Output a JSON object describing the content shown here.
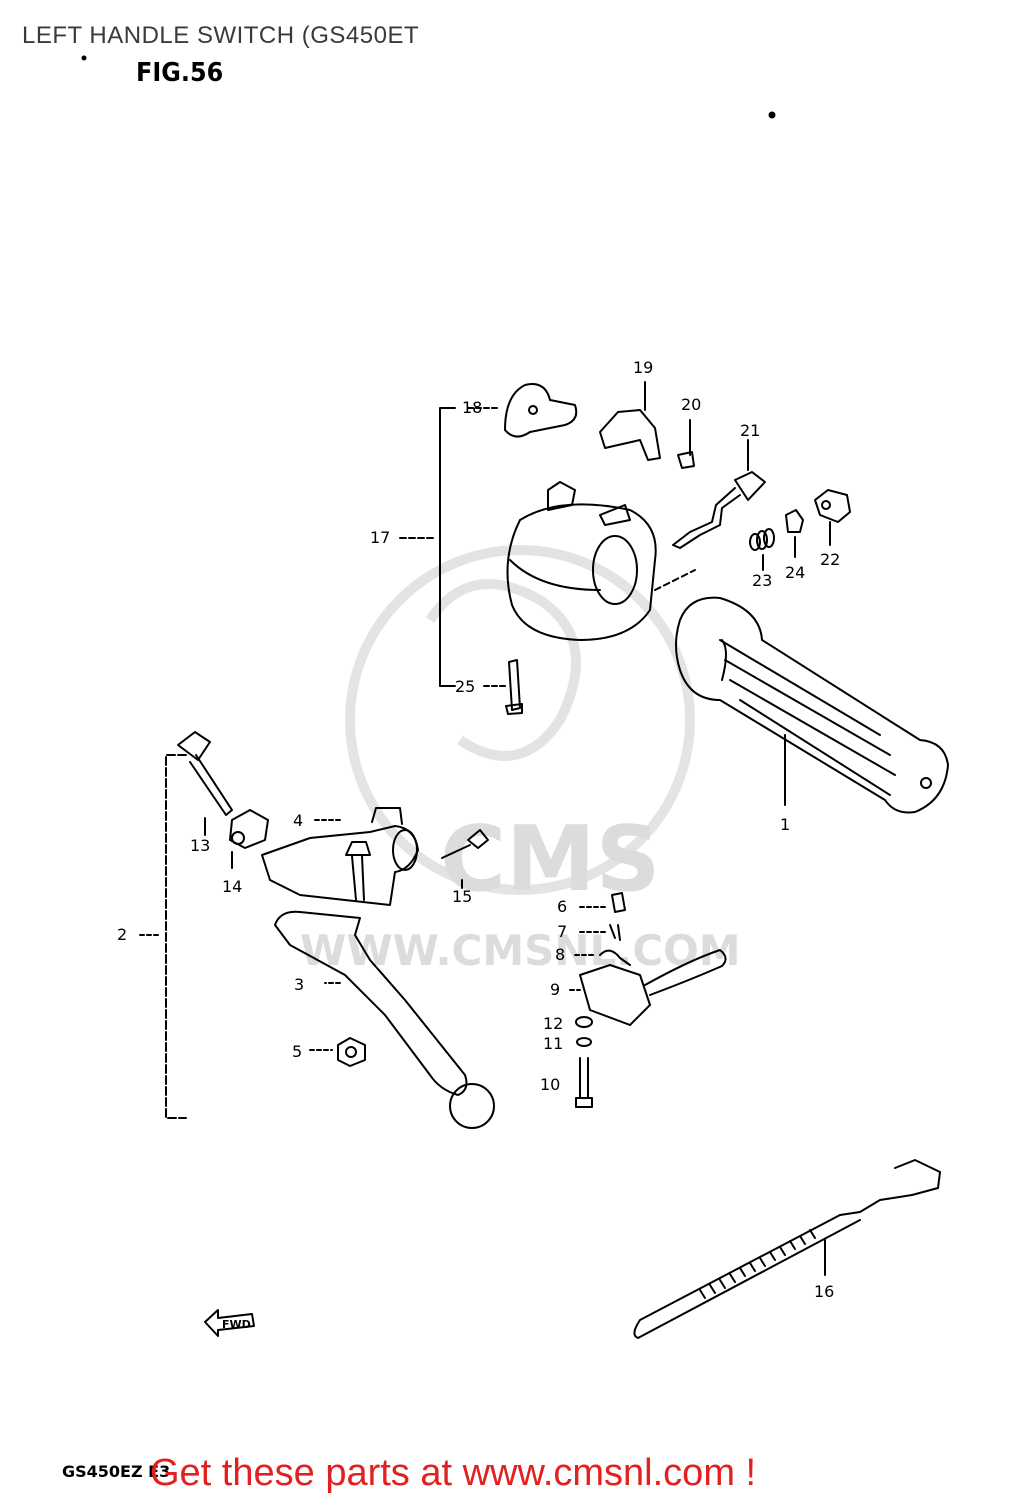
{
  "title": "LEFT HANDLE SWITCH (GS450ET",
  "figure_label": "FIG.56",
  "watermark": {
    "brand": "CMS",
    "url": "WWW.CMSNL.COM"
  },
  "parts": [
    "1",
    "2",
    "3",
    "4",
    "5",
    "6",
    "7",
    "8",
    "9",
    "10",
    "11",
    "12",
    "13",
    "14",
    "15",
    "16",
    "17",
    "18",
    "19",
    "20",
    "21",
    "22",
    "23",
    "24",
    "25"
  ],
  "direction_marker": "FWD",
  "model_code": "GS450EZ E3",
  "cta": "Get these parts at www.cmsnl.com !",
  "colors": {
    "cta": "#e32020",
    "line": "#000000",
    "watermark": "#d8d8d8"
  }
}
